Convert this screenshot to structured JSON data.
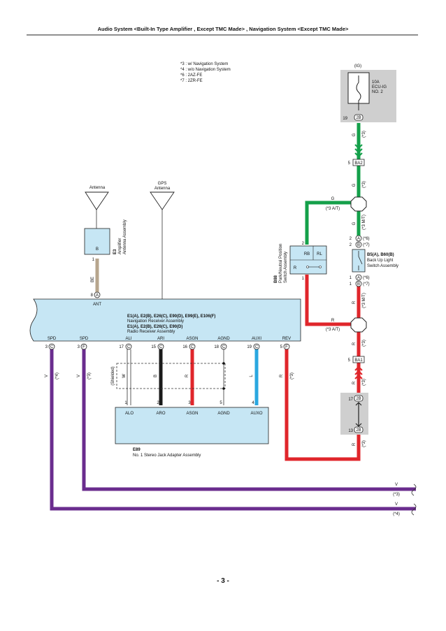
{
  "header": {
    "title": "Audio System <Built-In Type Amplifier , Except TMC Made> , Navigation System <Except TMC Made>"
  },
  "notes": [
    "*3 : w/ Navigation System",
    "*4 : w/o Navigation System",
    "*6 : 2AZ-FE",
    "*7 : 2ZR-FE"
  ],
  "page_number": "- 3 -",
  "colors": {
    "green": "#14a04a",
    "red": "#e0262b",
    "purple": "#6a2c8e",
    "tan": "#b7a58d",
    "blue": "#2aa7e0",
    "black": "#1a1a1a",
    "box": "#c6e6f4",
    "fuse_bg": "#cfcfcf"
  },
  "fuse": {
    "ig": "(IG)",
    "line1": "10A",
    "line2": "ECU-IG",
    "line3": "NO. 2",
    "pin_num": "19",
    "conn": "2B"
  },
  "connectors": {
    "ba2_pin": "5",
    "ba2": "BA2",
    "ba1_pin": "5",
    "ba1": "BA1",
    "c17_pin": "17",
    "c17": "2B",
    "c13_pin": "13",
    "c13": "2B"
  },
  "wires": {
    "g1": "G",
    "g1n": "(*3)",
    "g2": "G",
    "g2n": "(*3)",
    "g3": "G",
    "g3n": "(*3 M/T)",
    "gh": "G",
    "ghn": "(*3 A/T)",
    "r1": "R",
    "r1n": "(*3 M/T)",
    "rh": "R",
    "rhn": "(*3 A/T)",
    "r2": "R",
    "r2n": "(*3)",
    "r3": "R",
    "r3n": "(*3)",
    "r4": "R",
    "r4n": "(*3)",
    "be": "BE",
    "spd1": "V",
    "spd1n": "(*4)",
    "spd2": "V",
    "spd2n": "(*3)",
    "ali": "W",
    "ari": "B",
    "asgn": "R",
    "auxi": "L",
    "rev": "R",
    "revn": "(*3)",
    "shield": "(Shielded)",
    "v3": "V",
    "v3n": "(*3)",
    "v4": "V",
    "v4n": "(*4)"
  },
  "antenna": {
    "label": "Antenna",
    "gps1": "GPS",
    "gps2": "Antenna"
  },
  "amp": {
    "pin_b": "B",
    "pin_1": "1",
    "id": "E3",
    "name1": "Amplifier",
    "name2": "Antenna Assembly"
  },
  "park_switch": {
    "rb": "RB",
    "rl": "RL",
    "r": "R",
    "pin2": "2",
    "pin1": "1",
    "id": "B88",
    "name1": "Park/Neutral Position",
    "name2": "Switch Assembly"
  },
  "backup": {
    "t_pin": "2",
    "t_conn": "A",
    "t_note": "(*6)",
    "t2_pin": "2",
    "t2_conn": "B",
    "t2_note": "(*7)",
    "b_pin": "1",
    "b_conn": "A",
    "b_note": "(*6)",
    "b2_pin": "1",
    "b2_conn": "B",
    "b2_note": "(*7)",
    "id": "B5(A), B60(B)",
    "name1": "Back Up Light",
    "name2": "Switch Assembly"
  },
  "nav": {
    "ant_pin": "8",
    "ant_conn": "A",
    "ant": "ANT",
    "id1": "E1(A), E2(B), E26(C), E90(D), E99(E), E106(F)",
    "name1": "Navigation Receiver Assembly",
    "id2": "E1(A), E2(B), E26(C), E90(D)",
    "name2": "Radio Receiver Assembly",
    "pins": [
      {
        "label": "SPD",
        "num": "3",
        "conn": "C"
      },
      {
        "label": "SPD",
        "num": "3",
        "conn": "F"
      },
      {
        "label": "ALI",
        "num": "17",
        "conn": "C"
      },
      {
        "label": "ARI",
        "num": "15",
        "conn": "C"
      },
      {
        "label": "ASGN",
        "num": "16",
        "conn": "C"
      },
      {
        "label": "AGND",
        "num": "18",
        "conn": "C"
      },
      {
        "label": "AUXI",
        "num": "19",
        "conn": "C"
      },
      {
        "label": "REV",
        "num": "5",
        "conn": "F"
      }
    ]
  },
  "jack": {
    "pins": [
      {
        "num": "1",
        "label": "ALO"
      },
      {
        "num": "2",
        "label": "ARO"
      },
      {
        "num": "3",
        "label": "ASGN"
      },
      {
        "num": "5",
        "label": "AGND"
      },
      {
        "num": "4",
        "label": "AUXO"
      }
    ],
    "id": "E89",
    "name": "No. 1 Stereo Jack Adapter Assembly"
  }
}
